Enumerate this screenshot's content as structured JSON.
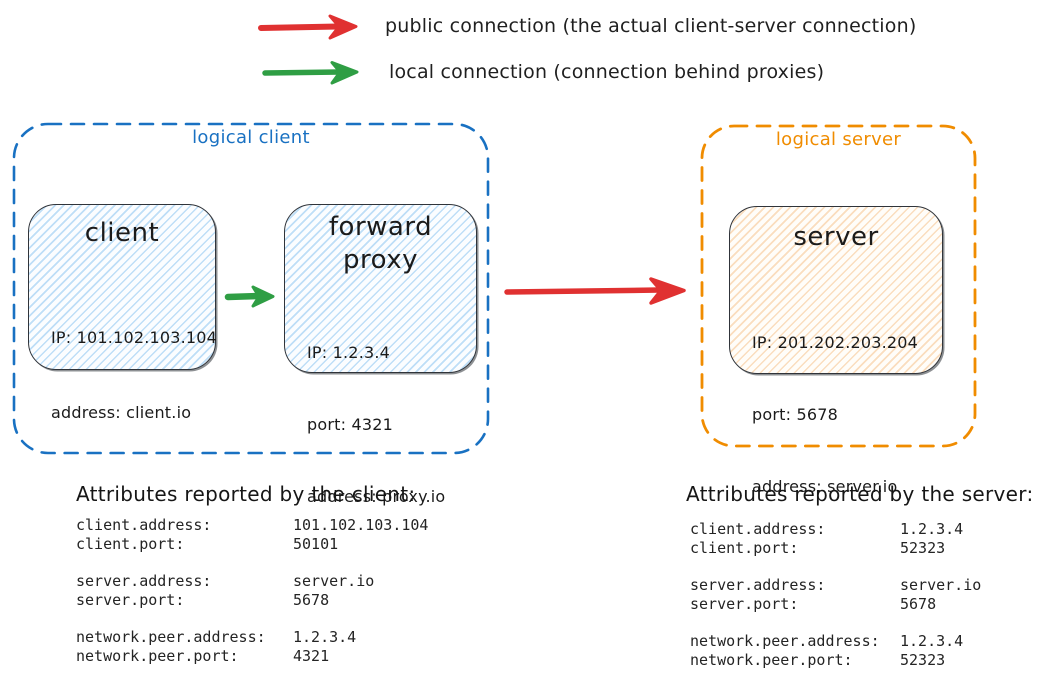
{
  "colors": {
    "public_arrow": "#e03131",
    "local_arrow": "#2f9e44",
    "logical_client_border": "#1971c2",
    "logical_server_border": "#f08c00",
    "node_border": "#30343a"
  },
  "legend": {
    "public": {
      "label": "public connection (the actual client-server connection)"
    },
    "local": {
      "label": "local connection (connection behind proxies)"
    }
  },
  "diagram": {
    "logical_client": {
      "label": "logical client",
      "nodes": {
        "client": {
          "title": "client",
          "lines": {
            "0": "IP: 101.102.103.104",
            "1": "address: client.io"
          }
        },
        "forward_proxy": {
          "title": "forward proxy",
          "lines": {
            "0": "IP: 1.2.3.4",
            "1": "port: 4321",
            "2": "address: proxy.io"
          }
        }
      }
    },
    "logical_server": {
      "label": "logical server",
      "nodes": {
        "server": {
          "title": "server",
          "lines": {
            "0": "IP: 201.202.203.204",
            "1": "port: 5678",
            "2": "address: server.io"
          }
        }
      }
    }
  },
  "attributes_client": {
    "heading": "Attributes reported by the client:",
    "rows": [
      {
        "key": "client.address:",
        "value": "101.102.103.104"
      },
      {
        "key": "client.port:",
        "value": "50101"
      },
      {
        "key": "server.address:",
        "value": "server.io"
      },
      {
        "key": "server.port:",
        "value": "5678"
      },
      {
        "key": "network.peer.address:",
        "value": "1.2.3.4"
      },
      {
        "key": "network.peer.port:",
        "value": "4321"
      }
    ]
  },
  "attributes_server": {
    "heading": "Attributes reported by the server:",
    "rows": [
      {
        "key": "client.address:",
        "value": "1.2.3.4"
      },
      {
        "key": "client.port:",
        "value": "52323"
      },
      {
        "key": "server.address:",
        "value": "server.io"
      },
      {
        "key": "server.port:",
        "value": "5678"
      },
      {
        "key": "network.peer.address:",
        "value": "1.2.3.4"
      },
      {
        "key": "network.peer.port:",
        "value": "52323"
      }
    ]
  }
}
